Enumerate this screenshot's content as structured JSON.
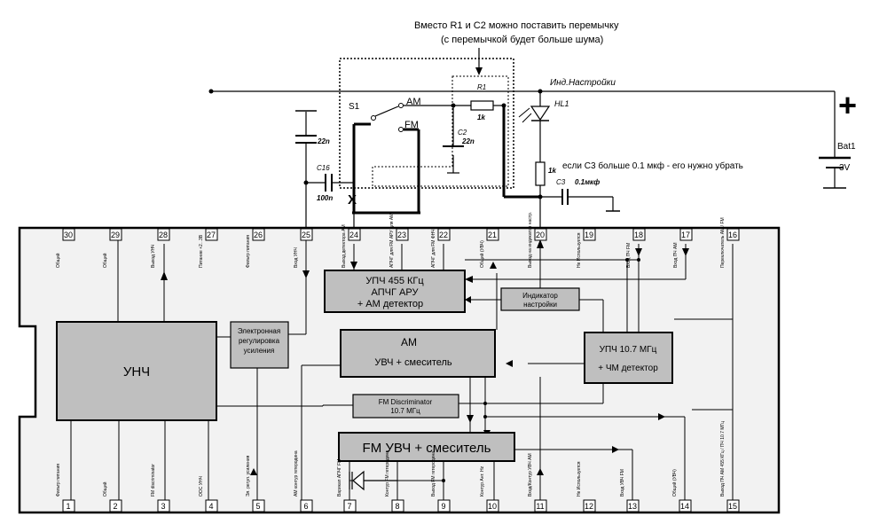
{
  "note": {
    "line1": "Вместо R1 и C2 можно поставить перемычку",
    "line2": "(с перемычкой будет больше шума)"
  },
  "top_circuit": {
    "ind_label": "Инд.Настройки",
    "s1": "S1",
    "am": "AM",
    "fm": "FM",
    "r1": "R1",
    "r1_value": "1k",
    "c2": "C2",
    "c2_value": "22n",
    "c1_value": "22n",
    "c16": "C16",
    "c16_value": "100n",
    "hl1": "HL1",
    "r_led_value": "1k",
    "c3_note": "если C3 больше 0.1 мкф - его нужно убрать",
    "c3": "C3",
    "c3_value": "0.1мкф",
    "bat": "Bat1",
    "bat_voltage": "3V",
    "plus": "+",
    "cross": "X"
  },
  "blocks": {
    "upch455": {
      "line1": "УПЧ 455 КГц",
      "line2": "АПЧГ АРУ",
      "line3": "+ АМ детектор"
    },
    "indicator": {
      "line1": "Индикатор",
      "line2": "настройки"
    },
    "unch": "УНЧ",
    "electronic_gain": {
      "line1": "Электронная",
      "line2": "регулировка",
      "line3": "усиления"
    },
    "am_mixer": {
      "line1": "AM",
      "line2": "УВЧ + смеситель"
    },
    "upch107": {
      "line1": "УПЧ 10.7 МГц",
      "line2": "+ ЧМ детектор"
    },
    "fm_disc": {
      "line1": "FM Discriminator",
      "line2": "10.7 МГц"
    },
    "fm_mixer": {
      "line1": "FM  УВЧ + смеситель"
    }
  },
  "pins_top": [
    "30",
    "29",
    "28",
    "27",
    "26",
    "25",
    "24",
    "23",
    "22",
    "21",
    "20",
    "19",
    "18",
    "17",
    "16"
  ],
  "pins_bottom": [
    "1",
    "2",
    "3",
    "4",
    "5",
    "6",
    "7",
    "8",
    "9",
    "10",
    "11",
    "12",
    "13",
    "14",
    "15"
  ],
  "pin_labels_top": [
    "Общий",
    "Общий",
    "Выход УНЧ",
    "Питание +2...3В",
    "Фильтр питания",
    "Вход УНЧ",
    "Выход детектора АМ",
    "АПЧГ для FM АРУ для АМ",
    "АПЧГ для FM ФНЧ",
    "Общий (УВЧ)",
    "Выход на индикатор настр.",
    "Не Используется",
    "Вход ПЧ FM",
    "Вход ПЧ АМ",
    "Переключатель АМ / FM"
  ],
  "pin_labels_bottom": [
    "Фильтр питания",
    "Общий",
    "FM discriminator",
    "ООС УНЧ",
    "Эл. регул. усиления",
    "АМ контур гетеродина",
    "Варикап АПЧГ FM",
    "Контур FM гетеродина",
    "Выход FM гетеродина",
    "Контур Ант. Hz",
    "Вход/Контур УВЧ АМ",
    "Не Используется",
    "Вход УВЧ FM",
    "Общий (УВЧ)",
    "Выход ПЧ АМ 455 КГц / ПЧ 10.7 МГц"
  ]
}
